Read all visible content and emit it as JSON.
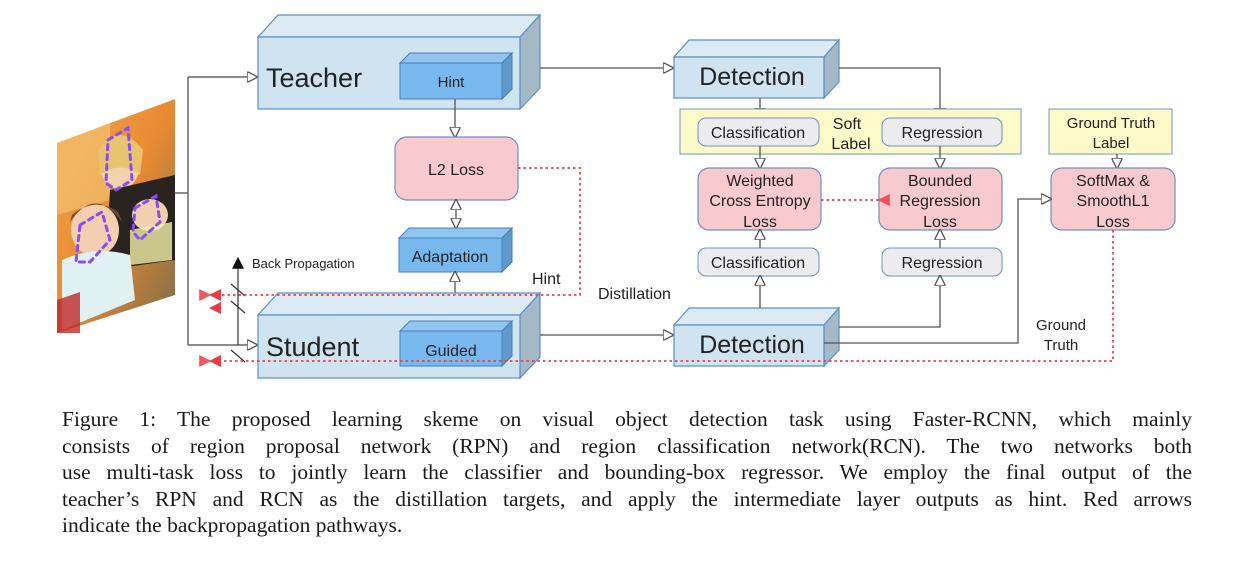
{
  "figure": {
    "input_image": {
      "description": "photo of a woman holding a child and a baby, with purple dashed bounding outlines"
    },
    "teacher": {
      "label": "Teacher",
      "inner_label": "Hint"
    },
    "student": {
      "label": "Student",
      "inner_label": "Guided"
    },
    "l2_loss": {
      "label": "L2 Loss"
    },
    "adaptation": {
      "label": "Adaptation"
    },
    "back_propagation": {
      "label": "Back Propagation"
    },
    "hint_label": "Hint",
    "distillation_label": "Distillation",
    "teacher_detection": {
      "label": "Detection"
    },
    "student_detection": {
      "label": "Detection"
    },
    "soft_label": {
      "label_line1": "Soft",
      "label_line2": "Label",
      "classification": "Classification",
      "regression": "Regression"
    },
    "ground_truth_label": {
      "line1": "Ground Truth",
      "line2": "Label"
    },
    "weighted_ce_loss": {
      "line1": "Weighted",
      "line2": "Cross Entropy",
      "line3": "Loss"
    },
    "bounded_reg_loss": {
      "line1": "Bounded",
      "line2": "Regression",
      "line3": "Loss"
    },
    "softmax_loss": {
      "line1": "SoftMax &",
      "line2": "SmoothL1",
      "line3": "Loss"
    },
    "student_classification": "Classification",
    "student_regression": "Regression",
    "ground_truth_path": {
      "line1": "Ground",
      "line2": "Truth"
    },
    "colors": {
      "network_box": "#cfe3f1",
      "network_box_edge": "#5b8fc7",
      "network_box_side": "#9fb4c4",
      "inner_box": "#78b8ef",
      "loss_box": "#f9cacd",
      "soft_label_panel": "#fbfac8",
      "output_box": "#ececef",
      "backprop_arrow": "#ee3a43",
      "line": "#555555"
    }
  },
  "caption": {
    "lines": [
      "Figure 1:  The proposed learning skeme on visual object detection task using Faster-RCNN, which mainly",
      "consists of region proposal network (RPN) and region classification network(RCN). The two networks both",
      "use multi-task loss to jointly learn the classifier and bounding-box regressor. We employ the final output of the",
      "teacher’s RPN and RCN as the distillation targets, and apply the intermediate layer outputs as hint. Red arrows",
      "indicate the backpropagation pathways."
    ]
  }
}
